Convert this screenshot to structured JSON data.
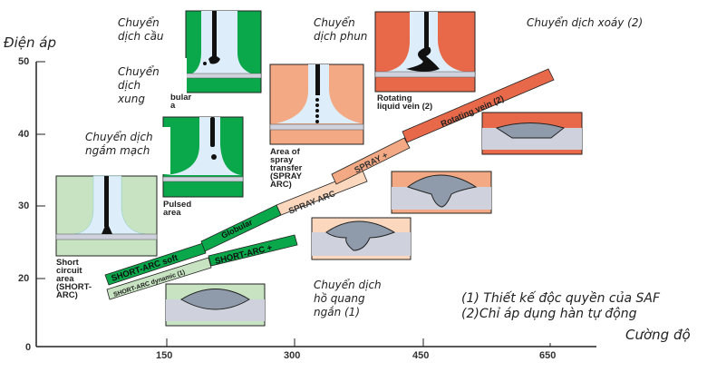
{
  "axes": {
    "y_label": "Điện áp",
    "x_label": "Cường độ",
    "y_ticks": [
      "0",
      "20",
      "30",
      "40",
      "50"
    ],
    "x_ticks": [
      "150",
      "300",
      "450",
      "650"
    ]
  },
  "annotations": {
    "globular_vn": [
      "Chuyển",
      "dịch cầu"
    ],
    "pulsed_vn": [
      "Chuyển",
      "dịch",
      "xung"
    ],
    "short_circuit_vn": [
      "Chuyển dịch",
      "ngắm mạch"
    ],
    "spray_vn": [
      "Chuyển",
      "dịch phun"
    ],
    "rotating_vn": "Chuyển dịch xoáy (2)",
    "short_arc_vn": [
      "Chuyển dịch",
      "hồ quang",
      "ngắn (1)"
    ],
    "footnote_1": "(1) Thiết kế độc quyền  của SAF",
    "footnote_2": "(2)Chỉ áp dụng hàn tự động"
  },
  "image_labels": {
    "globular": [
      "bular",
      "a"
    ],
    "pulsed": [
      "Pulsed",
      "area"
    ],
    "short_circuit": [
      "Short",
      "circuit",
      "area",
      "(SHORT-",
      "ARC)"
    ],
    "spray": [
      "Area of",
      "spray",
      "transfer",
      "(SPRAY",
      "ARC)"
    ],
    "rotating": [
      "Rotating",
      "liquid vein (2)"
    ]
  },
  "bands": {
    "short_arc_soft": "SHORT-ARC soft",
    "short_arc_dynamic": "SHORT-ARC dynamic (1)",
    "globular": "Globular",
    "short_arc_plus": "SHORT-ARC +",
    "spray_arc": "SPRAY ARC",
    "spray_plus": "SPRAY +",
    "rotating_vein": "Rotating vein (2)"
  },
  "colors": {
    "green_dark": "#0aa84a",
    "green_light": "#c7e3c1",
    "salmon": "#f3a983",
    "salmon_light": "#fbd7bd",
    "orange_red": "#e8694a",
    "metal": "#cfd2dc",
    "bead": "#8f9bab",
    "arc": "#ddeefa"
  }
}
